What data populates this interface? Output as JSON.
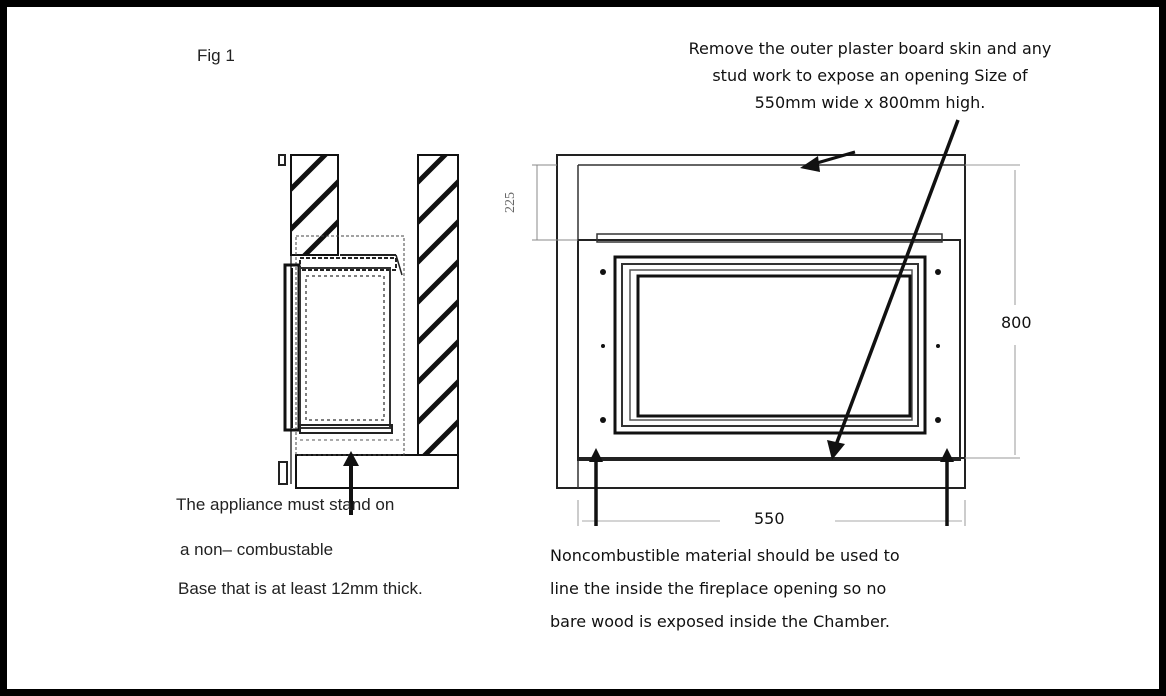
{
  "figure": {
    "label": "Fig 1"
  },
  "notes": {
    "top_line1": "Remove the outer plaster board skin and any",
    "top_line2": "stud work to expose an opening Size of",
    "top_line3": "550mm wide x 800mm high.",
    "base_line1": "The appliance must stand on",
    "base_line2": "a non– combustable",
    "base_line3": "Base that is at least 12mm thick.",
    "lining_line1": "Noncombustible material should be used to",
    "lining_line2": "line the inside the fireplace opening so no",
    "lining_line3": "bare wood is exposed inside the Chamber."
  },
  "dimensions": {
    "top_gap": "225",
    "height": "800",
    "width": "550"
  }
}
